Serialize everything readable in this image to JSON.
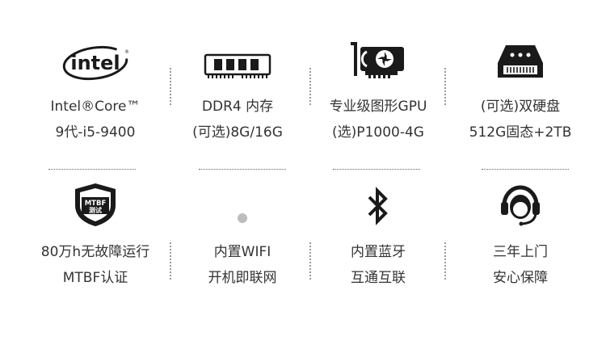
{
  "features": [
    {
      "icon": "intel-logo-icon",
      "logo_text": "intel",
      "line1": "Intel®Core™",
      "line2": "9代-i5-9400"
    },
    {
      "icon": "memory-module-icon",
      "line1": "DDR4 内存",
      "line2": "(可选)8G/16G"
    },
    {
      "icon": "graphics-card-icon",
      "line1": "专业级图形GPU",
      "line2": "(选)P1000-4G"
    },
    {
      "icon": "hard-drive-icon",
      "line1": "(可选)双硬盘",
      "line2": "512G固态+2TB"
    },
    {
      "icon": "mtbf-shield-icon",
      "badge_top": "MTBF",
      "badge_bottom": "测试",
      "line1": "80万h无故障运行",
      "line2": "MTBF认证"
    },
    {
      "icon": "wifi-dot-icon",
      "line1": "内置WIFI",
      "line2": "开机即联网"
    },
    {
      "icon": "bluetooth-icon",
      "line1": "内置蓝牙",
      "line2": "互通互联"
    },
    {
      "icon": "customer-service-headset-icon",
      "line1": "三年上门",
      "line2": "安心保障"
    }
  ],
  "colors": {
    "icon": "#1a1a1a",
    "text": "#333333",
    "separator": "#9a9a9a",
    "wifi_dot": "#bdbdbd"
  }
}
